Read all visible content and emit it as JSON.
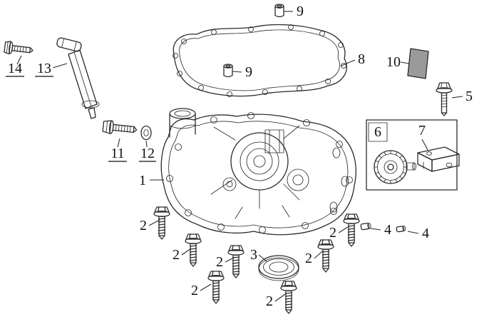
{
  "figure": {
    "callouts": {
      "c1": "1",
      "c2": "2",
      "c3": "3",
      "c4": "4",
      "c5": "5",
      "c6": "6",
      "c7": "7",
      "c8": "8",
      "c9": "9",
      "c10": "10",
      "c11": "11",
      "c12": "12",
      "c13": "13",
      "c14": "14"
    },
    "colors": {
      "line": "#2b2b2b",
      "label": "#111111",
      "background": "#ffffff",
      "shade": "#9a9a9a"
    }
  }
}
